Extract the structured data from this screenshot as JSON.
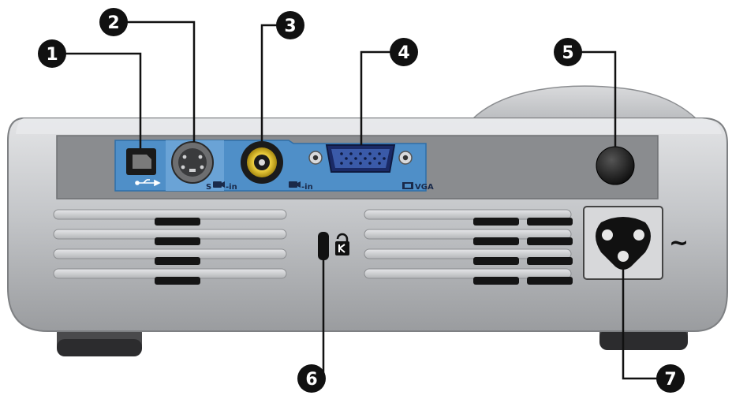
{
  "callouts": [
    {
      "id": 1,
      "label": "1"
    },
    {
      "id": 2,
      "label": "2"
    },
    {
      "id": 3,
      "label": "3"
    },
    {
      "id": 4,
      "label": "4"
    },
    {
      "id": 5,
      "label": "5"
    },
    {
      "id": 6,
      "label": "6"
    },
    {
      "id": 7,
      "label": "7"
    }
  ],
  "port_labels": {
    "svideo": "S",
    "svideo_in": "-in",
    "video_in": "-in",
    "vga": "VGA"
  },
  "ac_symbol": "~",
  "icons": {
    "usb": "usb-icon",
    "lock": "kensington-lock-icon",
    "camera": "video-camera-icon",
    "monitor": "monitor-icon"
  },
  "colors": {
    "body": "#bfc1c4",
    "panel": "#8a8c8f",
    "port_strip": "#4f8fc8",
    "callout": "#111111"
  }
}
